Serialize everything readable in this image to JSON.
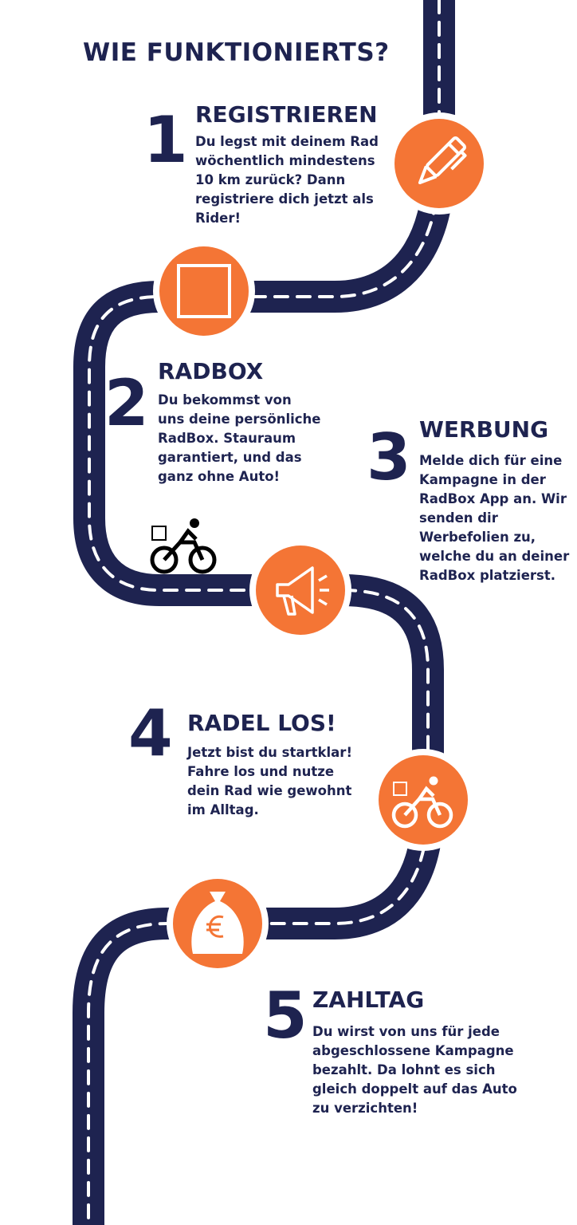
{
  "header": {
    "title": "WIE FUNKTIONIERTS?"
  },
  "colors": {
    "road": "#1e2350",
    "accent": "#f47535",
    "text": "#1e2350",
    "dash": "#ffffff"
  },
  "steps": [
    {
      "number": "1",
      "title": "REGISTRIEREN",
      "text": "Du legst mit deinem Rad\nwöchentlich mindestens\n10 km zurück? Dann\nregistriere dich jetzt als\nRider!",
      "icon": "pen-icon"
    },
    {
      "number": "2",
      "title": "RADBOX",
      "text": "Du bekommst von\nuns deine persönliche\nRadBox. Stauraum\ngarantiert, und das\nganz ohne Auto!",
      "icon": "box-icon"
    },
    {
      "number": "3",
      "title": "WERBUNG",
      "text": "Melde dich für eine\nKampagne in der\nRadBox App an. Wir\nsenden dir\nWerbefolien zu,\nwelche du an deiner\nRadBox platzierst.",
      "icon": "megaphone-icon"
    },
    {
      "number": "4",
      "title": "RADEL LOS!",
      "text": "Jetzt bist du startklar!\nFahre los und nutze\ndein Rad wie gewohnt\nim Alltag.",
      "icon": "cyclist-icon"
    },
    {
      "number": "5",
      "title": "ZAHLTAG",
      "text": "Du wirst von uns für jede\nabgeschlossene Kampagne\nbezahlt. Da lohnt es sich\ngleich doppelt auf das Auto\nzu verzichten!",
      "icon": "money-bag-icon"
    }
  ]
}
